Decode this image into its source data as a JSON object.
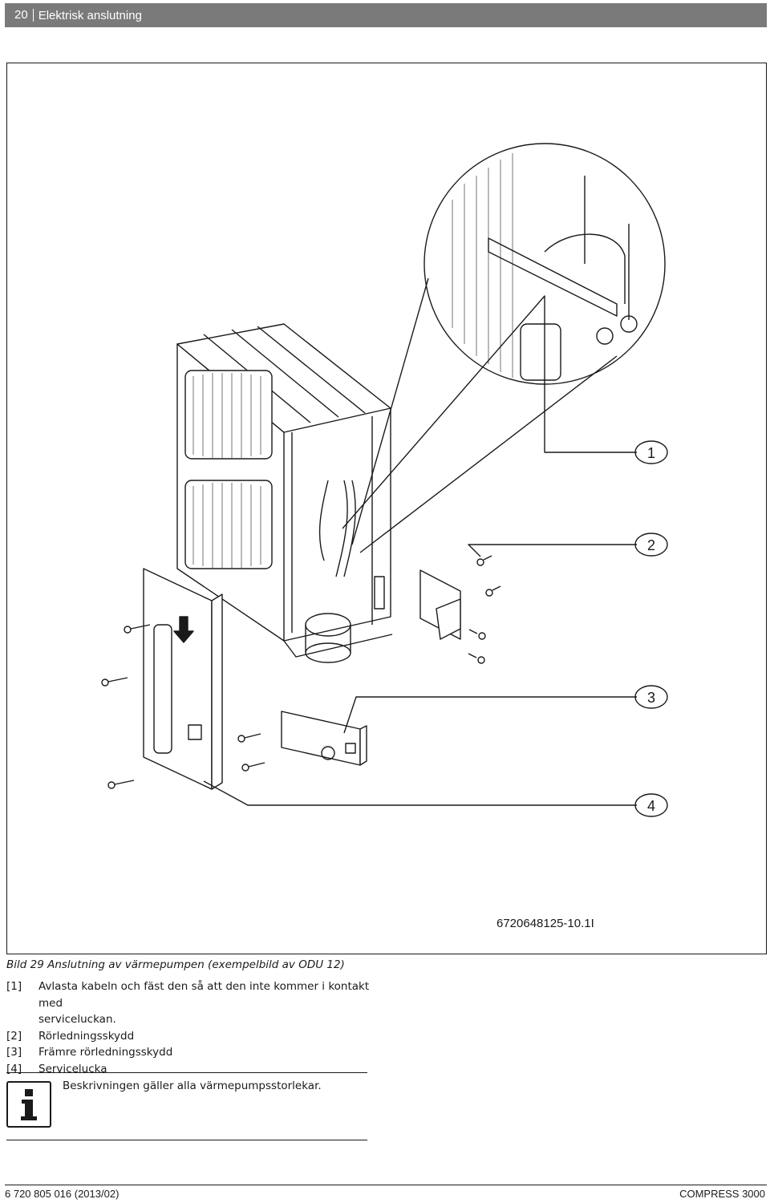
{
  "header": {
    "page_number": "20",
    "section_title": "Elektrisk anslutning"
  },
  "figure": {
    "code": "6720648125-10.1I",
    "callouts": [
      "1",
      "2",
      "3",
      "4"
    ],
    "caption": "Bild 29 Anslutning av värmepumpen (exempelbild av ODU 12)"
  },
  "legend": [
    {
      "key": "[1]",
      "text": "Avlasta kabeln och fäst den så att den inte kommer i kontakt med",
      "cont": "serviceluckan."
    },
    {
      "key": "[2]",
      "text": "Rörledningsskydd"
    },
    {
      "key": "[3]",
      "text": "Främre rörledningsskydd"
    },
    {
      "key": "[4]",
      "text": "Servicelucka"
    }
  ],
  "note": {
    "icon": "info-icon",
    "text": "Beskrivningen gäller alla värmepumpsstorlekar."
  },
  "footer": {
    "doc_number": "6 720 805 016 (2013/02)",
    "product": "COMPRESS 3000"
  },
  "colors": {
    "header_bg": "#7a7a7a",
    "ink": "#1a1a1a"
  }
}
